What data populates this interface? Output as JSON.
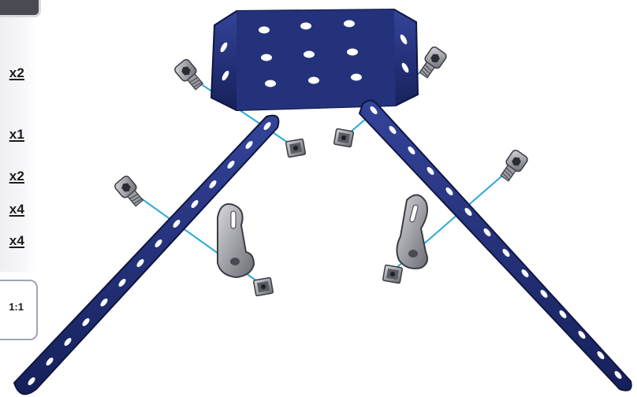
{
  "parts_list": {
    "quantities": [
      "x2",
      "x1",
      "x2",
      "x4",
      "x4"
    ]
  },
  "scale": {
    "label": "1:1"
  },
  "icons": {
    "panel_icon": "part-icon",
    "bolt": "socket-head-bolt-icon",
    "nut": "square-nut-icon",
    "bracket": "angle-bracket-icon"
  },
  "colors": {
    "metal_blue": "#1f2c6e",
    "guide_line": "#2aa8d8",
    "steel": "#9a9aa2"
  }
}
